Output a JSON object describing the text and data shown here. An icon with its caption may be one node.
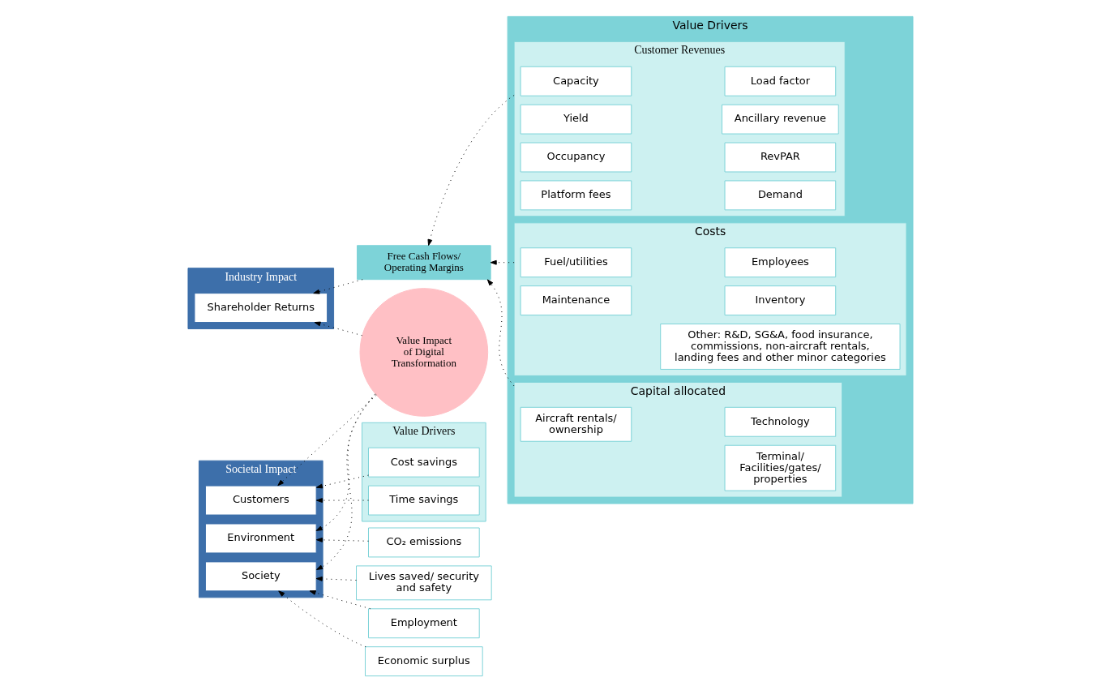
{
  "diagram": {
    "nodes": [
      {
        "text": [
          "Value Impact of Digital Transformation"
        ]
      },
      {
        "text": [
          "Industry Impact"
        ]
      },
      {
        "text": [
          "Shareholder Returns"
        ],
        "in": 1
      },
      {
        "text": [
          "Free Cash Flows/ Operating Margins"
        ]
      },
      {
        "text": [
          "Societal Impact"
        ]
      },
      {
        "text": [
          "Customers"
        ],
        "in": 4
      },
      {
        "text": [
          "Environment"
        ],
        "in": 4
      },
      {
        "text": [
          "Society"
        ],
        "in": 4
      },
      {
        "text": [
          "Value Drivers"
        ]
      },
      {
        "text": [
          "Cost savings"
        ],
        "in": 8
      },
      {
        "text": [
          "Time savings"
        ],
        "in": 8
      },
      {
        "text": [
          "CO₂ emissions"
        ]
      },
      {
        "text": [
          "Employment"
        ]
      },
      {
        "text": [
          "Economic surplus"
        ]
      },
      {
        "text": [
          "Lives saved/ security and safety"
        ]
      },
      {
        "text": [
          "Value Drivers"
        ]
      },
      {
        "text": [
          "Customer Revenues"
        ],
        "in": 15
      },
      {
        "text": [
          "Capacity"
        ],
        "in": 16
      },
      {
        "text": [
          "Load factor"
        ],
        "in": 16
      },
      {
        "text": [
          "Yield"
        ],
        "in": 16
      },
      {
        "text": [
          "Ancillary revenue"
        ],
        "in": 16
      },
      {
        "text": [
          "Occupancy"
        ],
        "in": 16
      },
      {
        "text": [
          "RevPAR"
        ],
        "in": 16
      },
      {
        "text": [
          "Platform fees"
        ],
        "in": 16
      },
      {
        "text": [
          "Demand"
        ],
        "in": 16
      },
      {
        "text": [
          "Costs"
        ],
        "in": 15
      },
      {
        "text": [
          "Fuel/utilities"
        ],
        "in": 25
      },
      {
        "text": [
          "Employees"
        ],
        "in": 25
      },
      {
        "text": [
          "Maintenance"
        ],
        "in": 25
      },
      {
        "text": [
          "Inventory"
        ],
        "in": 25
      },
      {
        "text": [
          "Other: R&D, SG&A, food insurance, commissions, non-aircraft rentals, landing fees and other minor categories"
        ],
        "in": 25
      },
      {
        "text": [
          "Capital allocated"
        ],
        "in": 15
      },
      {
        "text": [
          "Aircraft rentals/ ownership"
        ],
        "in": 31
      },
      {
        "text": [
          "Technology"
        ],
        "in": 31
      },
      {
        "text": [
          "Terminal/ Facilities/gates/ properties"
        ],
        "in": 31
      }
    ],
    "edges": [
      {
        "from": 0,
        "to": 2,
        "arrow": "to"
      },
      {
        "from": 0,
        "to": 5,
        "arrow": "to"
      },
      {
        "from": 0,
        "to": 6,
        "arrow": "to"
      },
      {
        "from": 0,
        "to": 7,
        "arrow": "to"
      },
      {
        "from": 3,
        "to": 2,
        "arrow": "to"
      },
      {
        "from": 9,
        "to": 5,
        "arrow": "to"
      },
      {
        "from": 10,
        "to": 5,
        "arrow": "to"
      },
      {
        "from": 11,
        "to": 6,
        "arrow": "to"
      },
      {
        "from": 12,
        "to": 7,
        "arrow": "to"
      },
      {
        "from": 13,
        "to": 7,
        "arrow": "to"
      },
      {
        "from": 14,
        "to": 7,
        "arrow": "to"
      },
      {
        "from": 16,
        "to": 3,
        "arrow": "to"
      },
      {
        "from": 25,
        "to": 3,
        "arrow": "to"
      },
      {
        "from": 31,
        "to": 3,
        "arrow": "to"
      }
    ]
  }
}
